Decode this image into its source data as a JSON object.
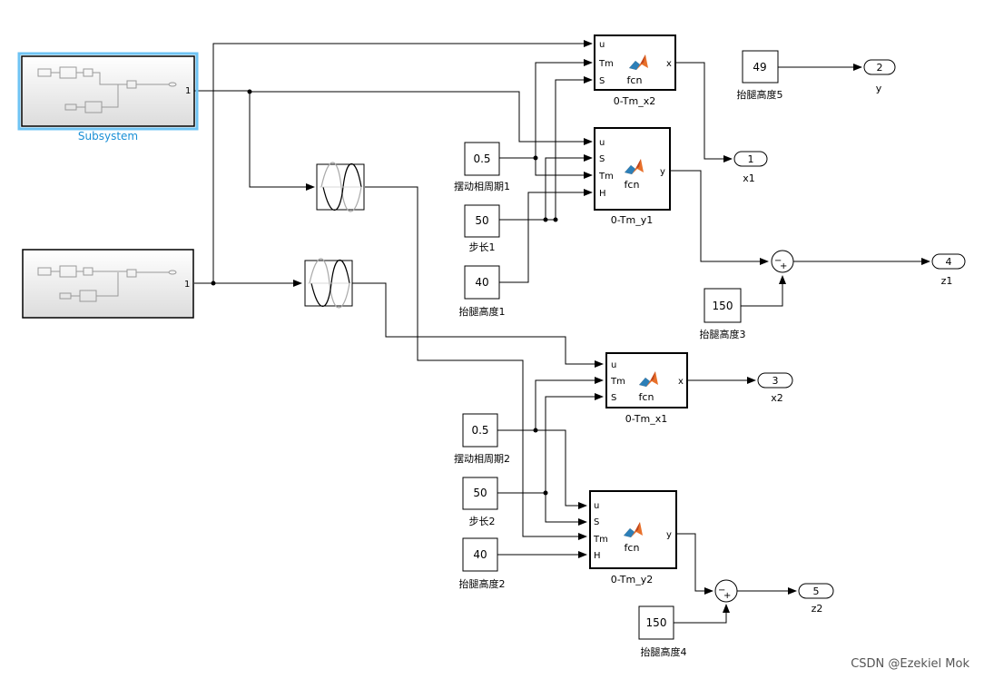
{
  "subsystems": [
    {
      "label": "Subsystem",
      "port": "1",
      "label_color": "#1a8fd6"
    },
    {
      "label": "",
      "port": "1"
    }
  ],
  "fcn_blocks": [
    {
      "title": "0-Tm_x2",
      "text": "fcn",
      "inputs": [
        "u",
        "Tm",
        "S"
      ],
      "output": "x"
    },
    {
      "title": "0-Tm_y1",
      "text": "fcn",
      "inputs": [
        "u",
        "S",
        "Tm",
        "H"
      ],
      "output": "y"
    },
    {
      "title": "0-Tm_x1",
      "text": "fcn",
      "inputs": [
        "u",
        "Tm",
        "S"
      ],
      "output": "x"
    },
    {
      "title": "0-Tm_y2",
      "text": "fcn",
      "inputs": [
        "u",
        "S",
        "Tm",
        "H"
      ],
      "output": "y"
    }
  ],
  "constants": [
    {
      "value": "0.5",
      "label": "摆动相周期1"
    },
    {
      "value": "50",
      "label": "步长1"
    },
    {
      "value": "40",
      "label": "抬腿高度1"
    },
    {
      "value": "49",
      "label": "抬腿高度5"
    },
    {
      "value": "150",
      "label": "抬腿高度3"
    },
    {
      "value": "0.5",
      "label": "摆动相周期2"
    },
    {
      "value": "50",
      "label": "步长2"
    },
    {
      "value": "40",
      "label": "抬腿高度2"
    },
    {
      "value": "150",
      "label": "抬腿高度4"
    }
  ],
  "outports": [
    {
      "num": "2",
      "label": "y"
    },
    {
      "num": "1",
      "label": "x1"
    },
    {
      "num": "4",
      "label": "z1"
    },
    {
      "num": "3",
      "label": "x2"
    },
    {
      "num": "5",
      "label": "z2"
    }
  ],
  "sums": [
    {
      "signs": [
        "−",
        "+"
      ]
    },
    {
      "signs": [
        "−",
        "+"
      ]
    }
  ],
  "watermark": "CSDN @Ezekiel Mok",
  "colors": {
    "accent": "#1a8fd6",
    "matlab_orange": "#e8702a",
    "matlab_blue": "#2c7fb8"
  }
}
